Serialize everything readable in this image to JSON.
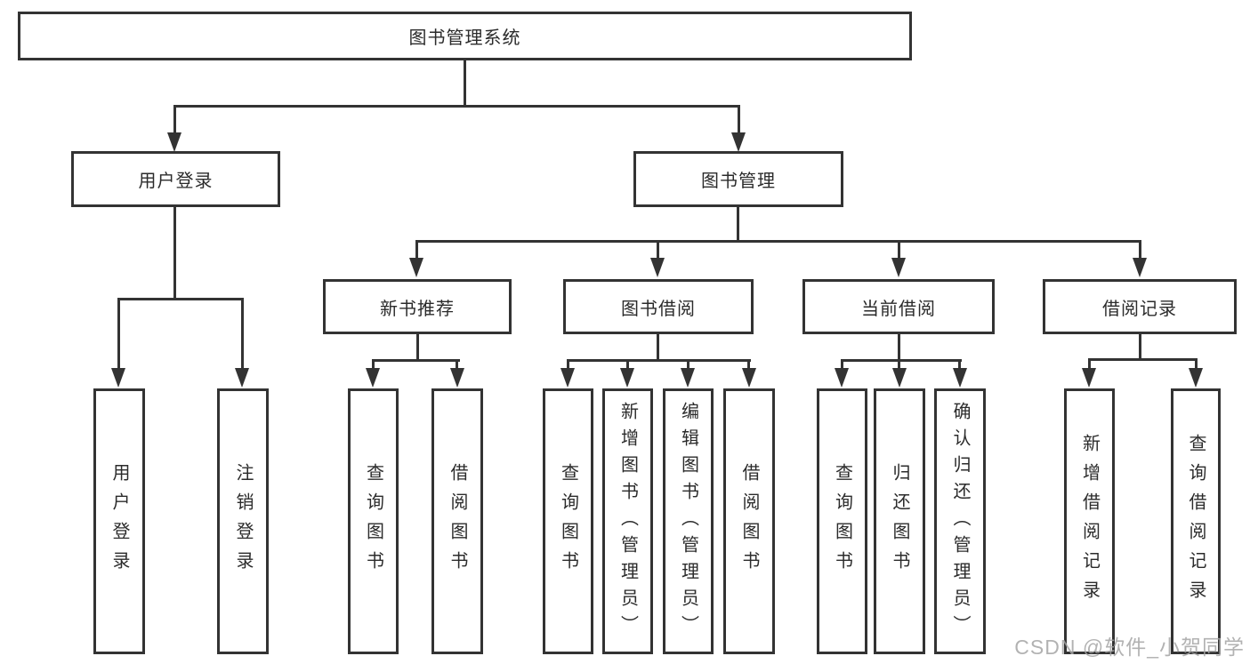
{
  "diagram_type": "hierarchy-tree",
  "colors": {
    "line": "#333333",
    "text": "#2b2b2b",
    "background": "#ffffff",
    "watermark": "#a4a4a4"
  },
  "watermark": {
    "text": "CSDN @软件_小贺同学"
  },
  "tree": {
    "label": "图书管理系统",
    "children": [
      {
        "label": "用户登录",
        "children": [
          {
            "label": "用户登录"
          },
          {
            "label": "注销登录"
          }
        ]
      },
      {
        "label": "图书管理",
        "children": [
          {
            "label": "新书推荐",
            "children": [
              {
                "label": "查询图书"
              },
              {
                "label": "借阅图书"
              }
            ]
          },
          {
            "label": "图书借阅",
            "children": [
              {
                "label": "查询图书"
              },
              {
                "label": "新增图书（管理员）"
              },
              {
                "label": "编辑图书（管理员）"
              },
              {
                "label": "借阅图书"
              }
            ]
          },
          {
            "label": "当前借阅",
            "children": [
              {
                "label": "查询图书"
              },
              {
                "label": "归还图书"
              },
              {
                "label": "确认归还（管理员）"
              }
            ]
          },
          {
            "label": "借阅记录",
            "children": [
              {
                "label": "新增借阅记录"
              },
              {
                "label": "查询借阅记录"
              }
            ]
          }
        ]
      }
    ]
  }
}
